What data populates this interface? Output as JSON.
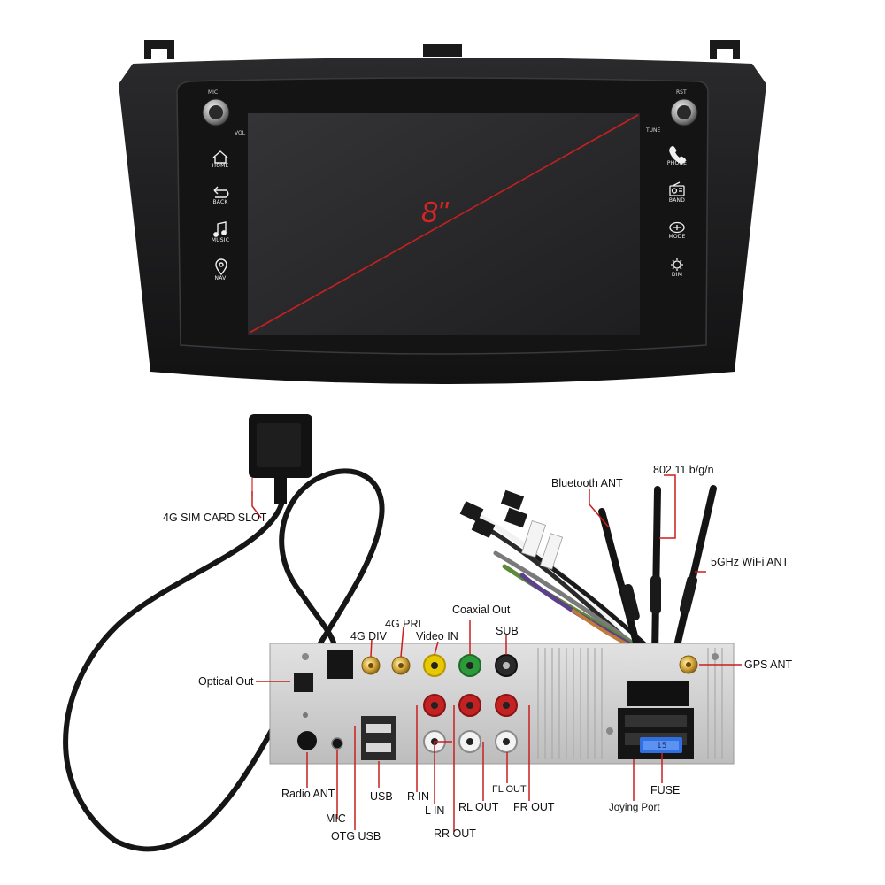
{
  "head_unit": {
    "screen_size": "8\"",
    "left_buttons": [
      {
        "label": "HOME",
        "icon": "home-icon"
      },
      {
        "label": "BACK",
        "icon": "back-icon"
      },
      {
        "label": "MUSIC",
        "icon": "music-icon"
      },
      {
        "label": "NAVI",
        "icon": "navi-icon"
      }
    ],
    "right_buttons": [
      {
        "label": "PHONE",
        "icon": "phone-icon"
      },
      {
        "label": "BAND",
        "icon": "radio-band-icon"
      },
      {
        "label": "MODE",
        "icon": "mode-icon"
      },
      {
        "label": "DIM",
        "icon": "dim-icon"
      }
    ],
    "knobs": {
      "left_top": "MIC",
      "left_side": "VOL",
      "right_top": "RST",
      "right_side": "TUNE"
    }
  },
  "callouts": {
    "sim_card_slot": "4G SIM CARD SLOT",
    "bluetooth_ant": "Bluetooth ANT",
    "wifi_24": "802.11 b/g/n",
    "wifi_5g": "5GHz WiFi ANT",
    "coaxial_out": "Coaxial Out",
    "four_g_pri": "4G PRI",
    "four_g_div": "4G DIV",
    "video_in": "Video IN",
    "sub": "SUB",
    "gps_ant": "GPS ANT",
    "optical_out": "Optical Out",
    "radio_ant": "Radio ANT",
    "mic": "MIC",
    "otg_usb": "OTG USB",
    "usb": "USB",
    "r_in": "R IN",
    "l_in": "L IN",
    "rl_out": "RL OUT",
    "rr_out": "RR OUT",
    "fl_out": "FL OUT",
    "fr_out": "FR OUT",
    "fuse": "FUSE",
    "joying_port": "Joying Port"
  },
  "fuse_rating": "15",
  "colors": {
    "bezel": "#1c1c1e",
    "screen": "#2b2b2d",
    "diagonal": "#c91f1f",
    "panel": "#d4d4d4",
    "rca_red": "#c22222",
    "rca_yellow": "#e8c800",
    "rca_green": "#2c9a3a",
    "fuse_blue": "#2f6fe0"
  }
}
